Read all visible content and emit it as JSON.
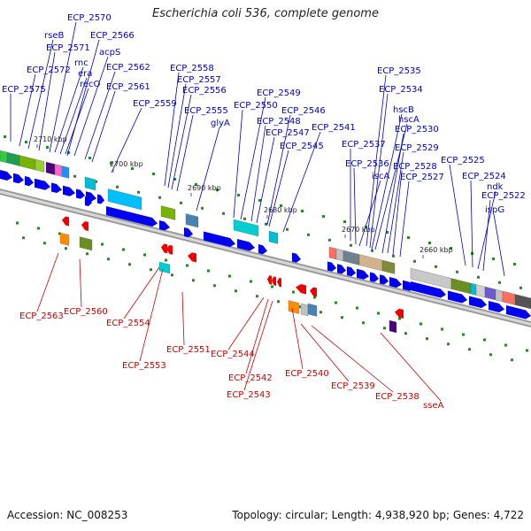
{
  "title": "Escherichia coli 536, complete genome",
  "accession": "Accession: NC_008253",
  "topology": "Topology: circular; Length: 4,938,920 bp; Genes: 4,722",
  "colors": {
    "forward": "#0000ee",
    "reverse": "#ee0000",
    "label_up": "#0000c8",
    "label_down": "#cc0000",
    "backbone": "#888888",
    "dots": "#228b22"
  },
  "tick_labels": [
    "2710 kbp",
    "2700 kbp",
    "2690 kbp",
    "2680 kbp",
    "2670 kbp",
    "2660 kbp"
  ],
  "upper_genes": [
    "ECP_2575",
    "ECP_2572",
    "rseB",
    "ECP_2571",
    "ECP_2570",
    "rnc",
    "era",
    "recO",
    "acpS",
    "ECP_2566",
    "ECP_2562",
    "ECP_2561",
    "ECP_2559",
    "ECP_2558",
    "ECP_2557",
    "ECP_2556",
    "ECP_2555",
    "glyA",
    "ECP_2550",
    "ECP_2549",
    "ECP_2548",
    "ECP_2547",
    "ECP_2546",
    "ECP_2545",
    "ECP_2541",
    "ECP_2537",
    "ECP_2536",
    "iscA",
    "ECP_2535",
    "ECP_2534",
    "hscB",
    "hscA",
    "ECP_2530",
    "ECP_2529",
    "ECP_2528",
    "ECP_2527",
    "ECP_2525",
    "ECP_2524",
    "ndk",
    "ECP_2522",
    "ispG"
  ],
  "lower_genes": [
    "ECP_2563",
    "ECP_2560",
    "ECP_2554",
    "ECP_2553",
    "ECP_2551",
    "ECP_2544",
    "ECP_2542",
    "ECP_2543",
    "ECP_2540",
    "ECP_2539",
    "ECP_2538",
    "sseA"
  ]
}
